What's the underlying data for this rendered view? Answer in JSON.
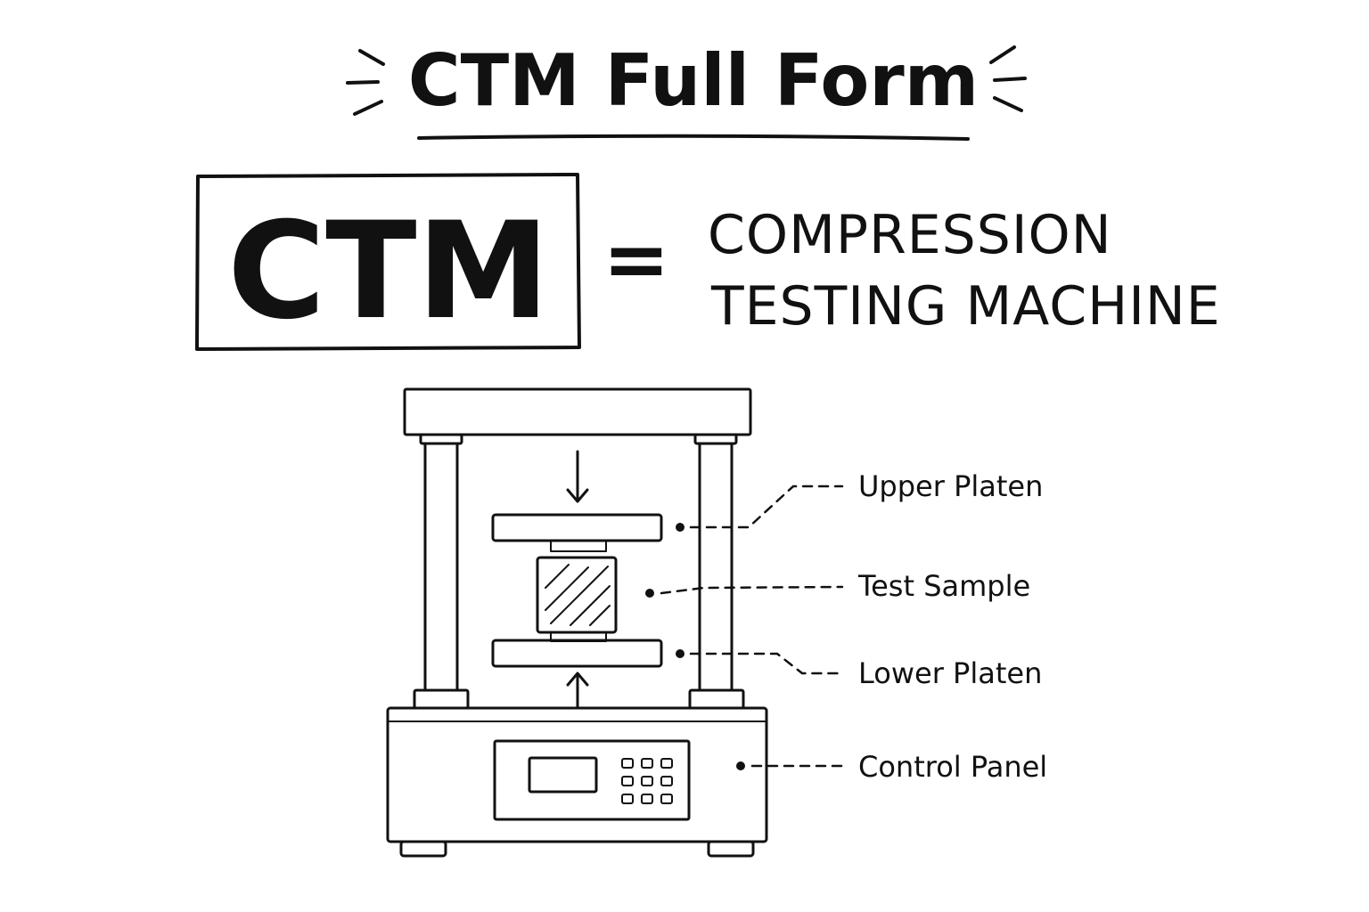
{
  "title": "CTM Full Form",
  "abbreviation": "CTM",
  "equals_sign": "=",
  "full_form": {
    "line1": "COMPRESSION",
    "line2": "TESTING MACHINE"
  },
  "labels": {
    "upper_platen": "Upper Platen",
    "test_sample": "Test Sample",
    "lower_platen": "Lower Platen",
    "control_panel": "Control Panel"
  }
}
